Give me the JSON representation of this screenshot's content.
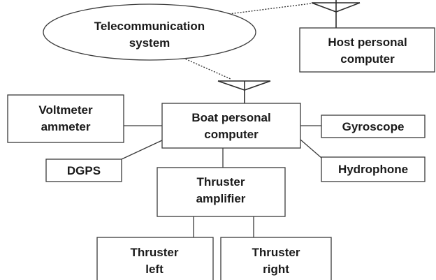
{
  "diagram": {
    "telecom": {
      "line1": "Telecommunication",
      "line2": "system"
    },
    "host_pc": {
      "line1": "Host personal",
      "line2": "computer"
    },
    "boat_pc": {
      "line1": "Boat personal",
      "line2": "computer"
    },
    "voltmeter": {
      "line1": "Voltmeter",
      "line2": "ammeter"
    },
    "gyroscope": {
      "label": "Gyroscope"
    },
    "dgps": {
      "label": "DGPS"
    },
    "hydrophone": {
      "label": "Hydrophone"
    },
    "thruster_amp": {
      "line1": "Thruster",
      "line2": "amplifier"
    },
    "thruster_left": {
      "line1": "Thruster",
      "line2": "left"
    },
    "thruster_right": {
      "line1": "Thruster",
      "line2": "right"
    }
  }
}
